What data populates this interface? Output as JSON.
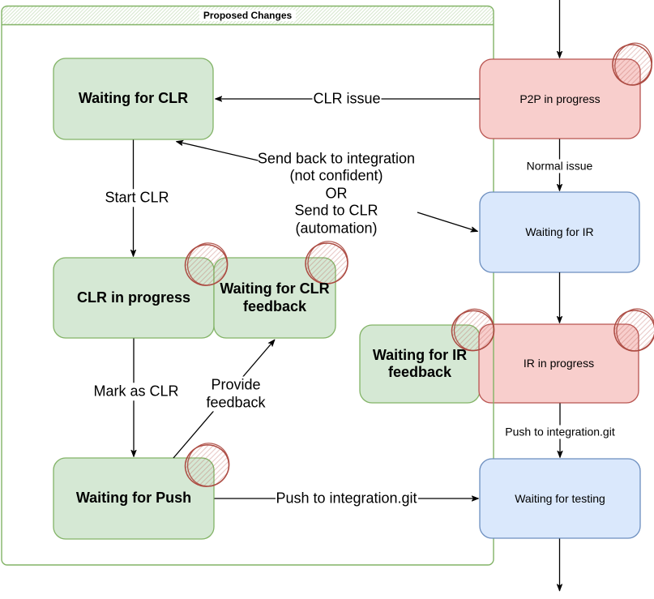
{
  "colors": {
    "green_fill": "#d5e8d4",
    "green_stroke": "#82b366",
    "red_fill": "#f8cecc",
    "red_stroke": "#b85450",
    "blue_fill": "#dae8fc",
    "blue_stroke": "#6c8ebf",
    "container_stroke": "#82b366",
    "edge": "#000000",
    "annotation_stroke": "#ac4a41",
    "annotation_hatch": "#b85450",
    "label_bg": "#ffffff",
    "text": "#000000"
  },
  "container": {
    "title": "Proposed Changes"
  },
  "nodes": {
    "waiting_clr": {
      "label": "Waiting for CLR",
      "color": "green"
    },
    "clr_in_progress": {
      "label": "CLR in progress",
      "color": "green"
    },
    "waiting_clr_feedback": {
      "line1": "Waiting for CLR",
      "line2": "feedback",
      "color": "green"
    },
    "waiting_push": {
      "label": "Waiting for Push",
      "color": "green"
    },
    "p2p_in_progress": {
      "label": "P2P in progress",
      "color": "red"
    },
    "waiting_ir": {
      "label": "Waiting for IR",
      "color": "blue"
    },
    "ir_in_progress": {
      "label": "IR in progress",
      "color": "red"
    },
    "waiting_ir_feedback": {
      "line1": "Waiting for IR",
      "line2": "feedback",
      "color": "green"
    },
    "waiting_testing": {
      "label": "Waiting for testing",
      "color": "blue"
    }
  },
  "edge_labels": {
    "clr_issue": "CLR issue",
    "start_clr": "Start CLR",
    "mark_as_clr": "Mark as CLR",
    "provide_feedback_line1": "Provide",
    "provide_feedback_line2": "feedback",
    "push_to_integration_left": "Push to integration.git",
    "normal_issue": "Normal issue",
    "push_to_integration_right": "Push to integration.git"
  },
  "note": {
    "line1": "Send back to integration",
    "line2": "(not confident)",
    "line3": "OR",
    "line4": "Send to CLR",
    "line5": "(automation)"
  }
}
